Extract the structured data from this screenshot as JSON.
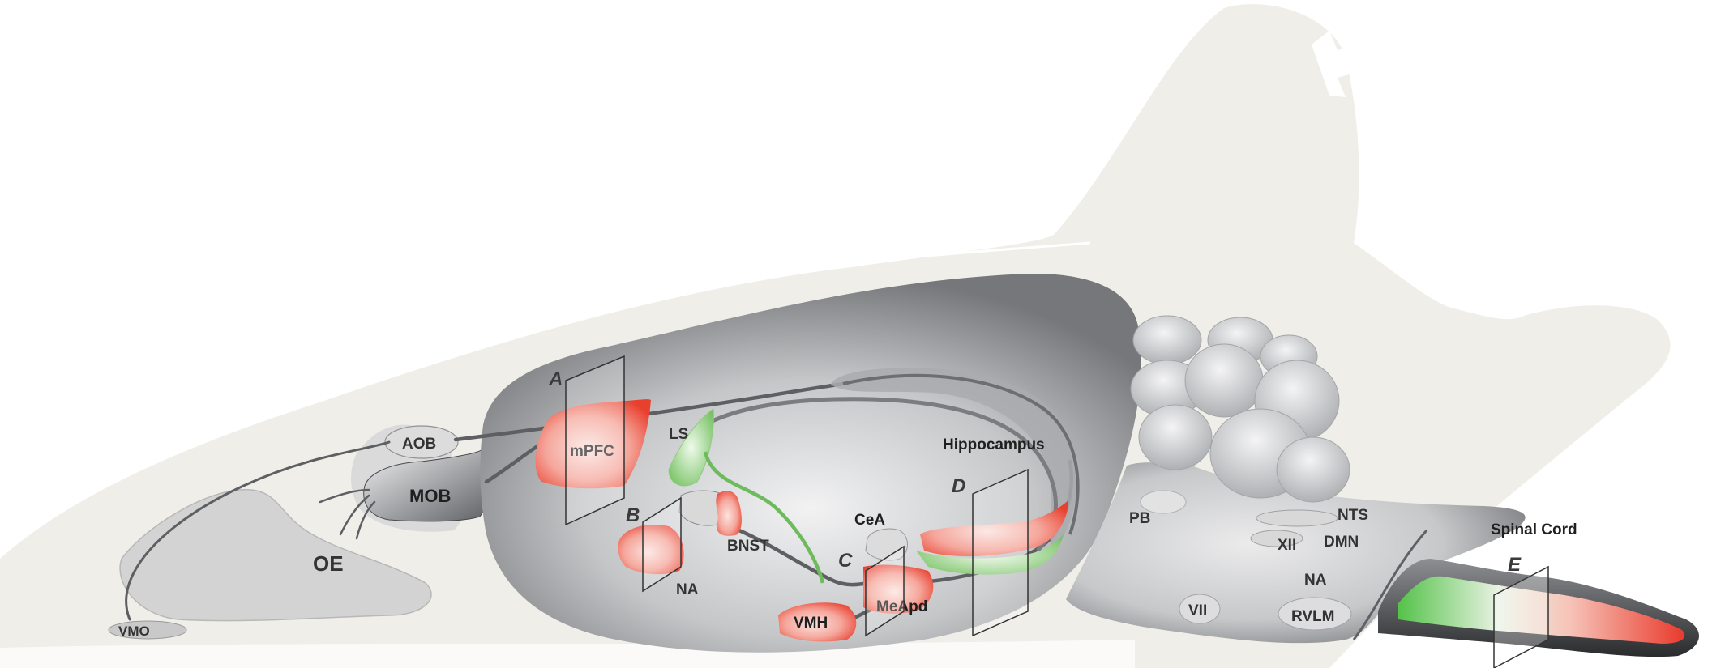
{
  "regions": {
    "aob": "AOB",
    "mob": "MOB",
    "oe": "OE",
    "vmo": "VMO",
    "mpfc": "mPFC",
    "ls": "LS",
    "bnst": "BNST",
    "na_fore": "NA",
    "cea": "CeA",
    "vmh": "VMH",
    "meapd": "MeApd",
    "hippocampus": "Hippocampus",
    "pb": "PB",
    "nts": "NTS",
    "xii": "XII",
    "dmn": "DMN",
    "na_brainstem": "NA",
    "vii": "VII",
    "rvlm": "RVLM",
    "spinal_cord": "Spinal Cord"
  },
  "sections": {
    "a": "A",
    "b": "B",
    "c": "C",
    "d": "D",
    "e": "E"
  },
  "colors": {
    "skull": "#f1efea",
    "brain": "#a4a6a9",
    "red": "#ee4a3b",
    "green": "#7cc46a",
    "tract": "#595b5e"
  }
}
